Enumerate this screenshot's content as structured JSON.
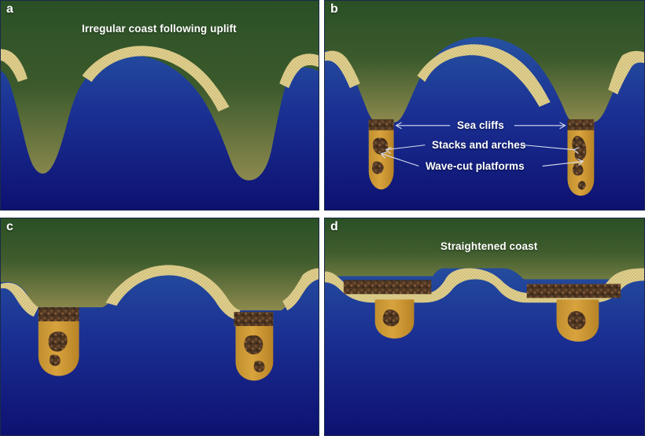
{
  "figure": {
    "kind": "four-panel-geology-diagram",
    "subject": "Evolution of an irregular coastline into a straightened coast"
  },
  "colors": {
    "land_top": "#2a5026",
    "land_bottom": "#8d8a4e",
    "sea_top": "#2b61a6",
    "sea_bottom": "#0d1170",
    "sand": "#e3d396",
    "sand_hatch": "#cfbe78",
    "platform": "#cf9a36",
    "platform_dark": "#b07f22",
    "rock": "#4e3622",
    "rock_light": "#7a5636",
    "label_text": "#ffffff",
    "leader_line": "#d8dff2",
    "panel_border": "#1b2a4a",
    "background": "#ffffff"
  },
  "panels": [
    {
      "id": "a",
      "letter": "a",
      "title": "Irregular coast following uplift",
      "has_title": true,
      "annotations": []
    },
    {
      "id": "b",
      "letter": "b",
      "title": "",
      "has_title": false,
      "annotations": [
        {
          "id": "sea-cliffs",
          "label": "Sea cliffs"
        },
        {
          "id": "stacks-and-arches",
          "label": "Stacks and arches"
        },
        {
          "id": "wave-cut-platforms",
          "label": "Wave-cut platforms"
        }
      ]
    },
    {
      "id": "c",
      "letter": "c",
      "title": "",
      "has_title": false,
      "annotations": []
    },
    {
      "id": "d",
      "letter": "d",
      "title": "Straightened coast",
      "has_title": true,
      "annotations": []
    }
  ],
  "labels": {
    "panel_a_letter": "a",
    "panel_b_letter": "b",
    "panel_c_letter": "c",
    "panel_d_letter": "d",
    "panel_a_title": "Irregular coast following uplift",
    "panel_d_title": "Straightened coast",
    "sea_cliffs": "Sea cliffs",
    "stacks_and_arches": "Stacks and arches",
    "wave_cut_platforms": "Wave-cut platforms"
  }
}
